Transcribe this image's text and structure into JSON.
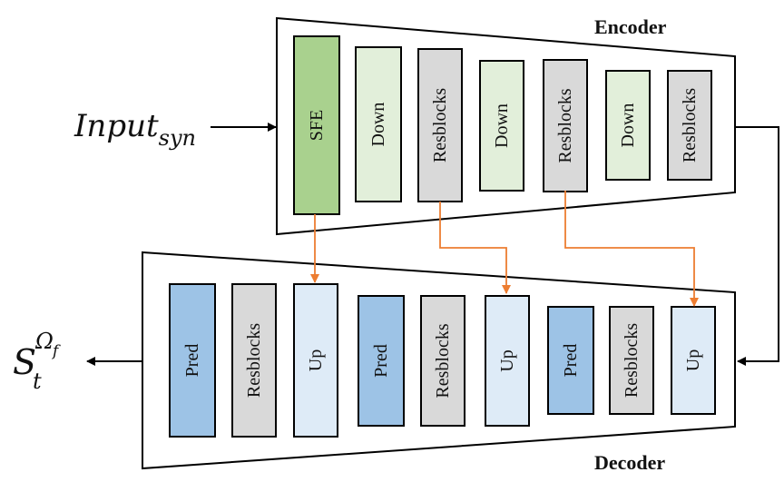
{
  "encoder": {
    "title": "Encoder",
    "blocks": [
      {
        "label": "SFE",
        "kind": "sfe"
      },
      {
        "label": "Down",
        "kind": "down"
      },
      {
        "label": "Resblocks",
        "kind": "res"
      },
      {
        "label": "Down",
        "kind": "down"
      },
      {
        "label": "Resblocks",
        "kind": "res"
      },
      {
        "label": "Down",
        "kind": "down"
      },
      {
        "label": "Resblocks",
        "kind": "res"
      }
    ]
  },
  "decoder": {
    "title": "Decoder",
    "blocks": [
      {
        "label": "Pred",
        "kind": "pred"
      },
      {
        "label": "Resblocks",
        "kind": "res"
      },
      {
        "label": "Up",
        "kind": "up"
      },
      {
        "label": "Pred",
        "kind": "pred"
      },
      {
        "label": "Resblocks",
        "kind": "res"
      },
      {
        "label": "Up",
        "kind": "up"
      },
      {
        "label": "Pred",
        "kind": "pred"
      },
      {
        "label": "Resblocks",
        "kind": "res"
      },
      {
        "label": "Up",
        "kind": "up"
      }
    ]
  },
  "input_label": {
    "base": "Input",
    "subscript": "syn"
  },
  "output_label": {
    "base": "S",
    "subscript": "t",
    "superscript": "Ω",
    "sup_subscript": "f"
  },
  "colors": {
    "sfe": "#a9d18e",
    "down": "#e2efda",
    "res": "#d9d9d9",
    "up": "#deebf7",
    "pred": "#9dc3e6",
    "skip_arrow": "#ed7d31",
    "outline": "#000000"
  }
}
